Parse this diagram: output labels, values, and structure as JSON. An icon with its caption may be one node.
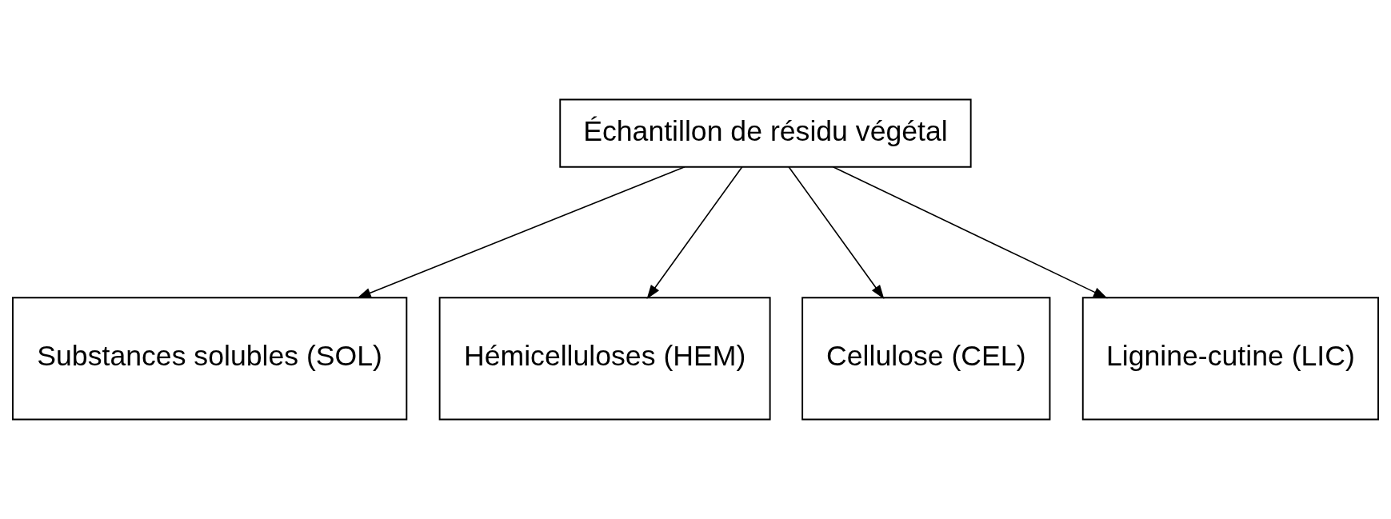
{
  "diagram": {
    "nodes": [
      {
        "text": [
          "Échantillon de résidu végétal"
        ]
      },
      {
        "text": [
          "Substances solubles (SOL)"
        ]
      },
      {
        "text": [
          "Hémicelluloses (HEM)"
        ]
      },
      {
        "text": [
          "Cellulose (CEL)"
        ]
      },
      {
        "text": [
          "Lignine-cutine (LIC)"
        ]
      }
    ],
    "edges": [
      {
        "from": 0,
        "to": 1,
        "arrow": "to"
      },
      {
        "from": 0,
        "to": 2,
        "arrow": "to"
      },
      {
        "from": 0,
        "to": 3,
        "arrow": "to"
      },
      {
        "from": 0,
        "to": 4,
        "arrow": "to"
      }
    ]
  }
}
